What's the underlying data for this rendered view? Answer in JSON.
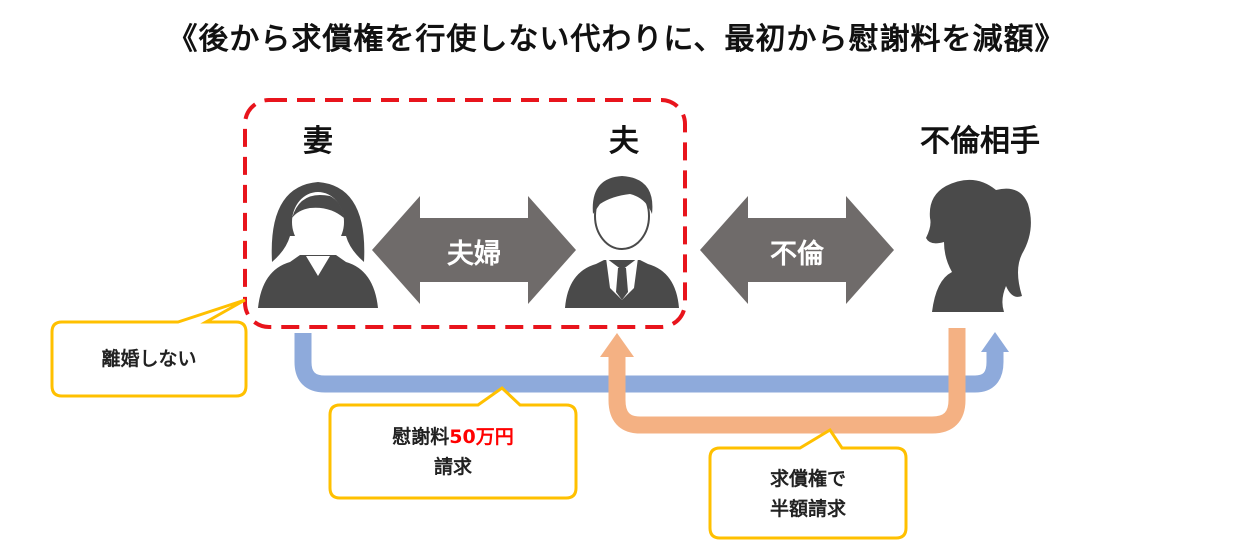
{
  "title": "《後から求償権を行使しない代わりに、最初から慰謝料を減額》",
  "people": {
    "wife": "妻",
    "husband": "夫",
    "affair_partner": "不倫相手"
  },
  "arrows": {
    "couple": "夫婦",
    "affair": "不倫"
  },
  "callouts": {
    "no_divorce": "離婚しない",
    "claim_prefix": "慰謝料",
    "claim_amount": "50万円",
    "claim_suffix": "請求",
    "reimbursement_line1": "求償権で",
    "reimbursement_line2": "半額請求"
  },
  "colors": {
    "group_border": "#e8141c",
    "gray_arrow": "#6f6b6a",
    "blue_flow": "#8eaadb",
    "orange_flow": "#f4b183",
    "callout_border": "#ffc000",
    "amount_text": "#ff0000",
    "silhouette": "#4a4a4a"
  }
}
